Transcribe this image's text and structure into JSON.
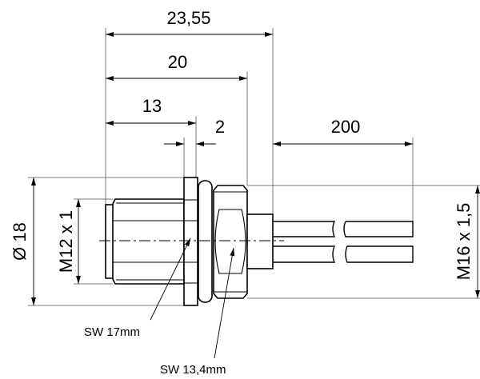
{
  "dimensions": {
    "overall_length": "23,55",
    "body_length": "20",
    "front_length": "13",
    "flange_thickness": "2",
    "cable_length": "200",
    "flange_diameter": "Ø 18",
    "front_thread": "M12 x 1",
    "rear_thread": "M16 x 1,5"
  },
  "labels": {
    "wrench_front": "SW 17mm",
    "wrench_rear": "SW 13,4mm"
  }
}
